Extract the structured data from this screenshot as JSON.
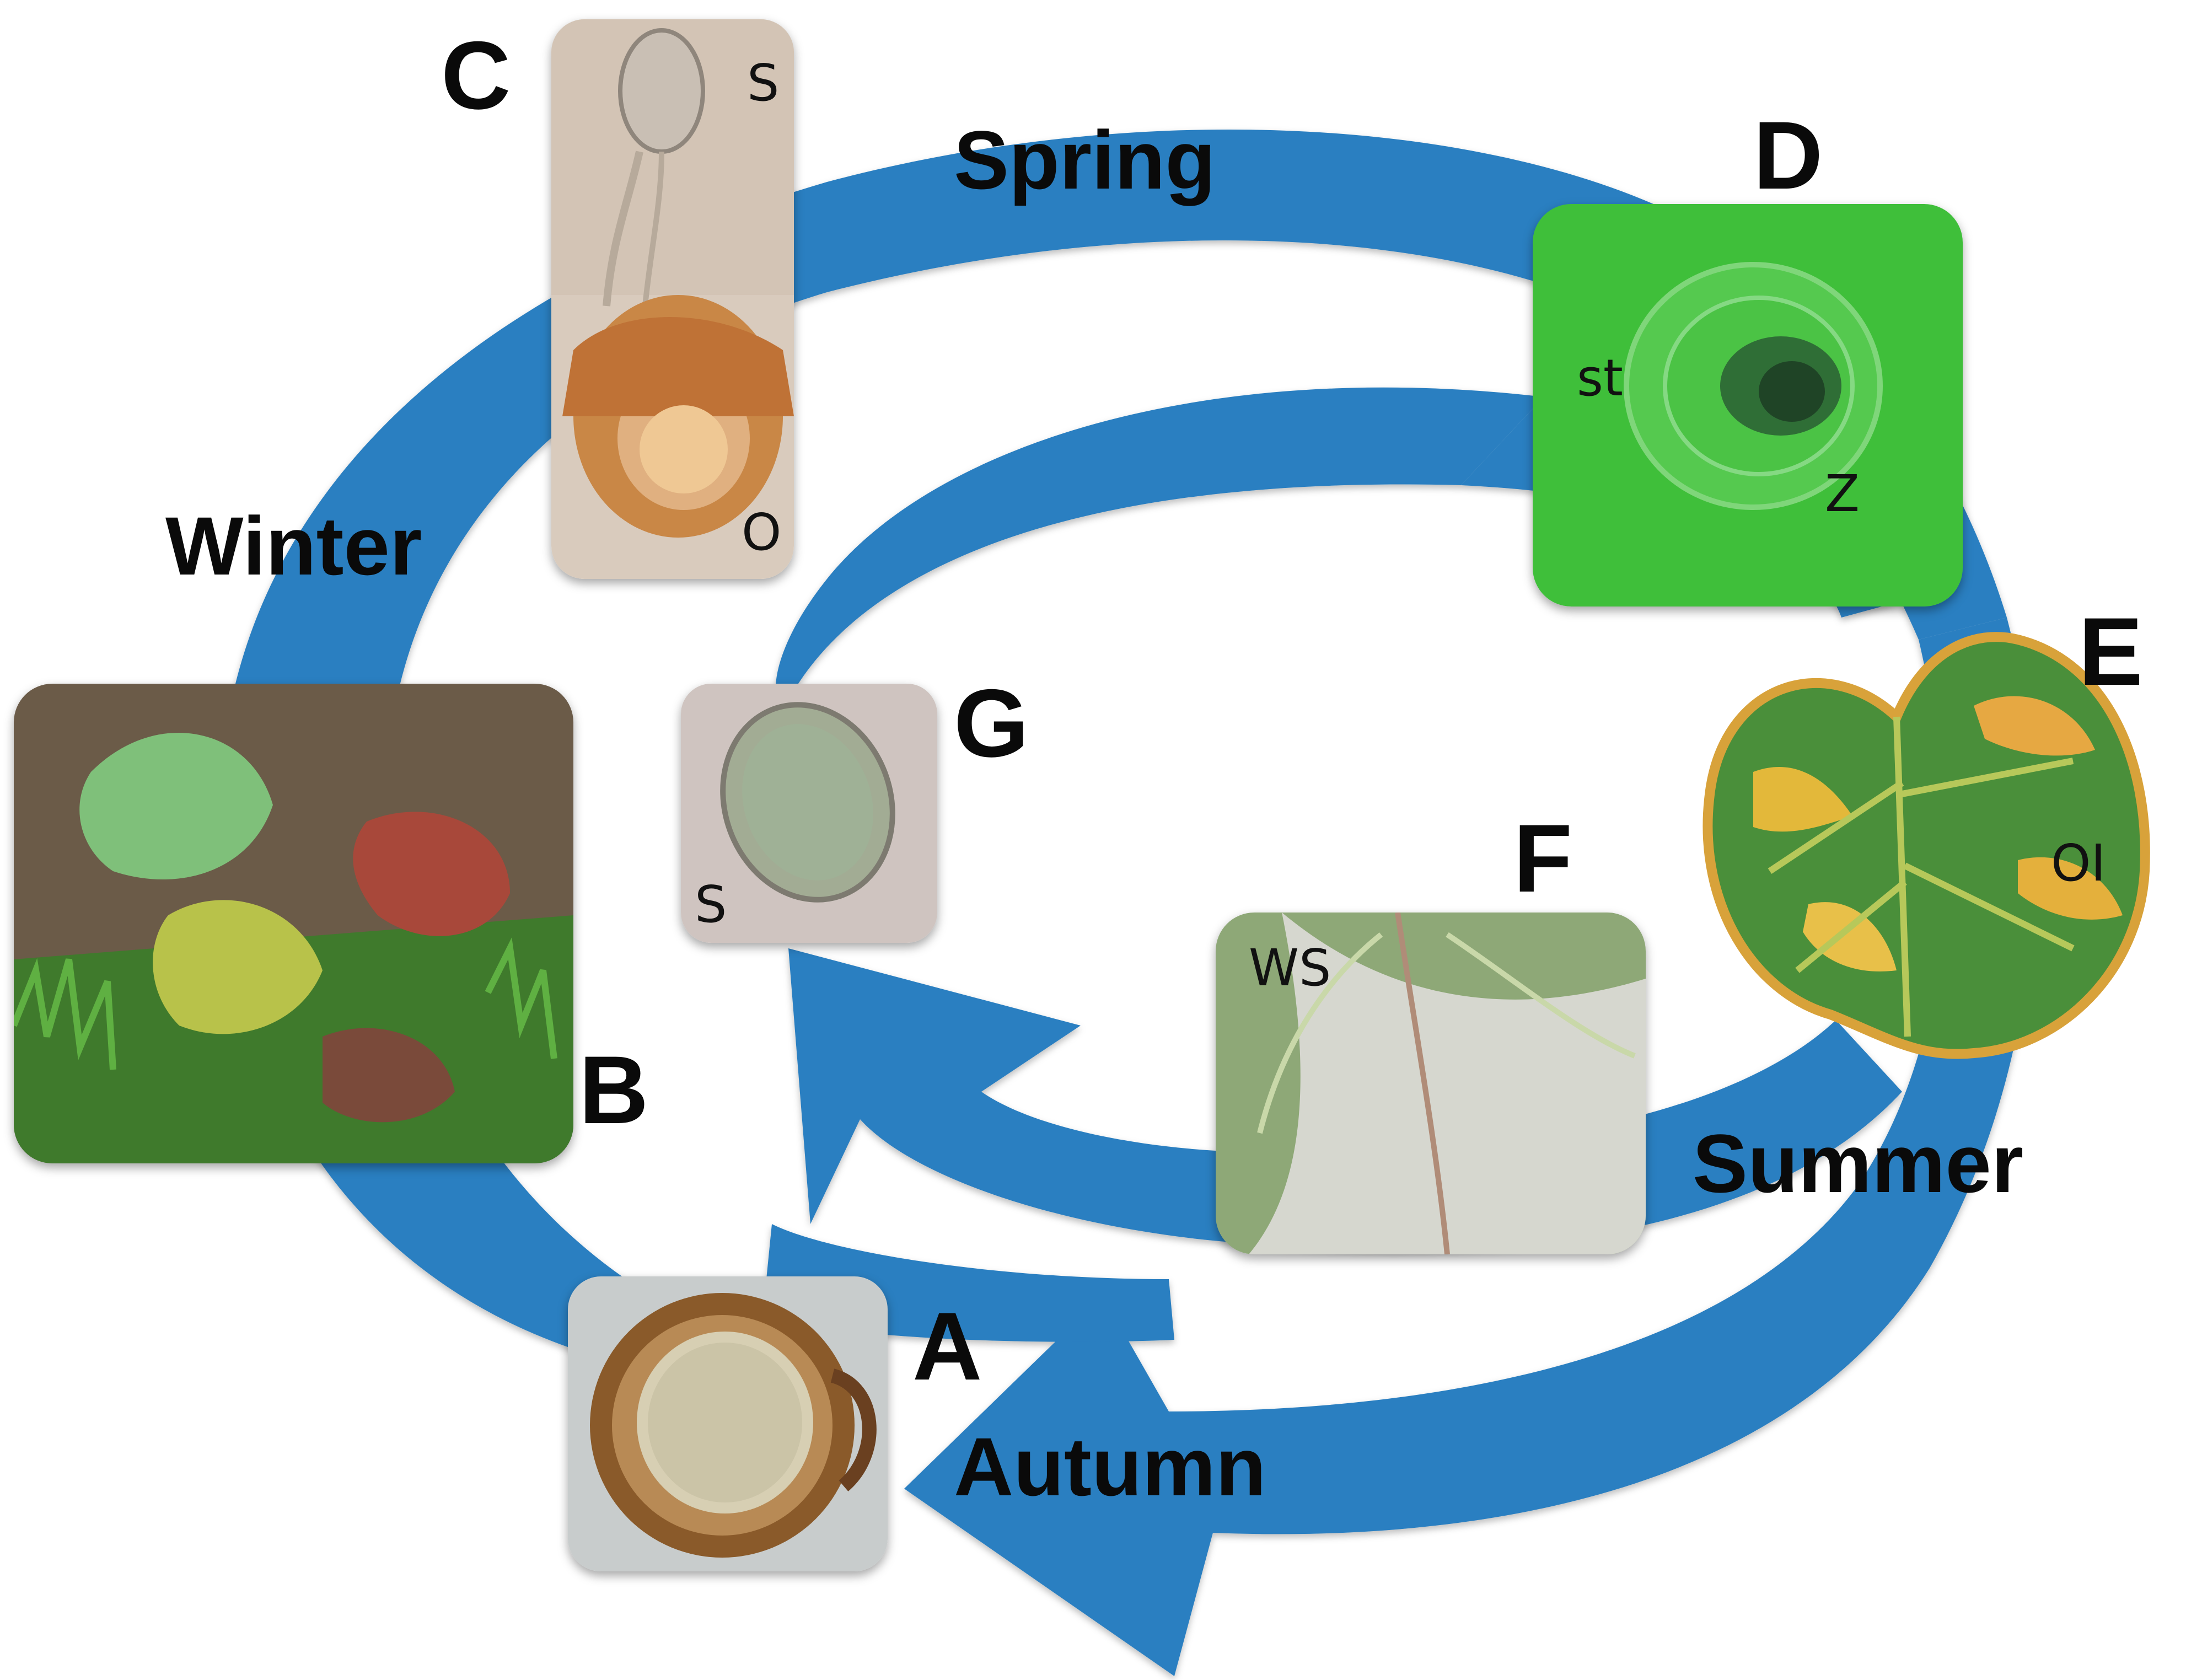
{
  "seasons": {
    "spring": "Spring",
    "summer": "Summer",
    "autumn": "Autumn",
    "winter": "Winter"
  },
  "panels": {
    "A": {
      "letter": "A"
    },
    "B": {
      "letter": "B"
    },
    "C": {
      "letter": "C",
      "top_label": "S",
      "bottom_label": "O"
    },
    "D": {
      "letter": "D",
      "left_label": "st",
      "right_label": "Z"
    },
    "E": {
      "letter": "E",
      "label": "OI"
    },
    "F": {
      "letter": "F",
      "label": "WS"
    },
    "G": {
      "letter": "G",
      "label": "S"
    }
  },
  "colors": {
    "arrow": "#2a7fc1",
    "background": "#ffffff",
    "text": "#0a0a0a"
  }
}
